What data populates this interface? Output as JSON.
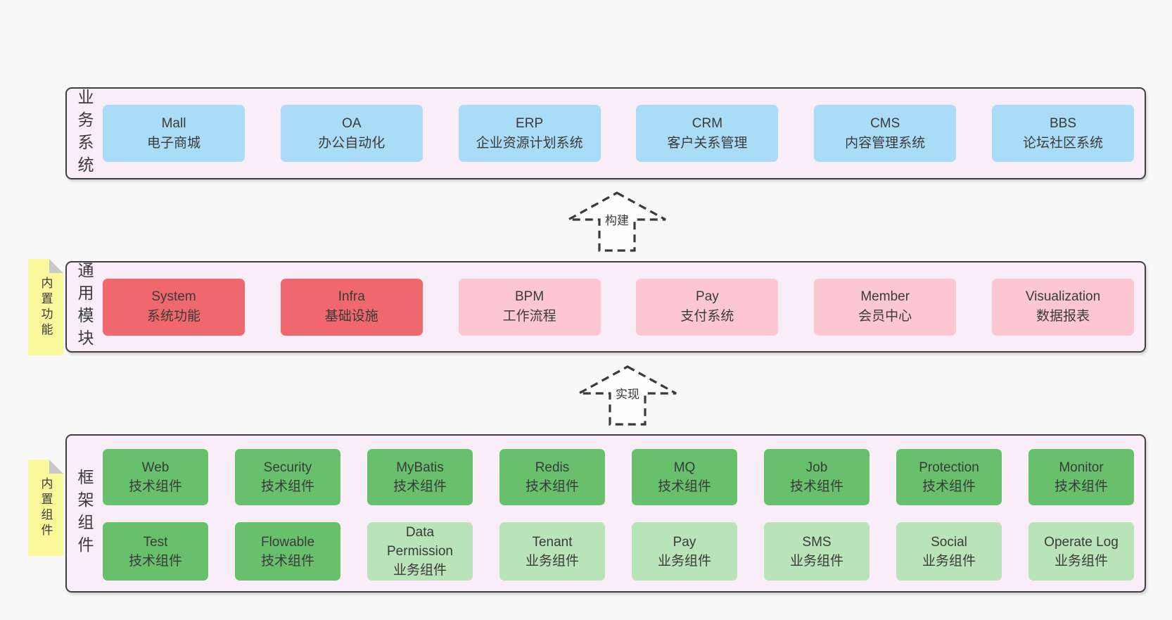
{
  "layers": {
    "business": {
      "label": "业务系统",
      "boxes": [
        {
          "en": "Mall",
          "zh": "电子商城"
        },
        {
          "en": "OA",
          "zh": "办公自动化"
        },
        {
          "en": "ERP",
          "zh": "企业资源计划系统"
        },
        {
          "en": "CRM",
          "zh": "客户关系管理"
        },
        {
          "en": "CMS",
          "zh": "内容管理系统"
        },
        {
          "en": "BBS",
          "zh": "论坛社区系统"
        }
      ]
    },
    "modules": {
      "label": "通用模块",
      "sticky": "内置功能",
      "boxes": [
        {
          "en": "System",
          "zh": "系统功能"
        },
        {
          "en": "Infra",
          "zh": "基础设施"
        },
        {
          "en": "BPM",
          "zh": "工作流程"
        },
        {
          "en": "Pay",
          "zh": "支付系统"
        },
        {
          "en": "Member",
          "zh": "会员中心"
        },
        {
          "en": "Visualization",
          "zh": "数据报表"
        }
      ]
    },
    "framework": {
      "label": "框架组件",
      "sticky": "内置组件",
      "row1": [
        {
          "en": "Web",
          "zh": "技术组件"
        },
        {
          "en": "Security",
          "zh": "技术组件"
        },
        {
          "en": "MyBatis",
          "zh": "技术组件"
        },
        {
          "en": "Redis",
          "zh": "技术组件"
        },
        {
          "en": "MQ",
          "zh": "技术组件"
        },
        {
          "en": "Job",
          "zh": "技术组件"
        },
        {
          "en": "Protection",
          "zh": "技术组件"
        },
        {
          "en": "Monitor",
          "zh": "技术组件"
        }
      ],
      "row2": [
        {
          "en": "Test",
          "zh": "技术组件"
        },
        {
          "en": "Flowable",
          "zh": "技术组件"
        },
        {
          "en": "Data Permission",
          "zh": "业务组件"
        },
        {
          "en": "Tenant",
          "zh": "业务组件"
        },
        {
          "en": "Pay",
          "zh": "业务组件"
        },
        {
          "en": "SMS",
          "zh": "业务组件"
        },
        {
          "en": "Social",
          "zh": "业务组件"
        },
        {
          "en": "Operate Log",
          "zh": "业务组件"
        }
      ]
    }
  },
  "arrows": {
    "build": "构建",
    "implement": "实现"
  },
  "colors": {
    "page_bg": "#f8f8f8",
    "layer_bg": "#f9eef8",
    "border": "#3f3f3f",
    "business_box": "#aadcf7",
    "core_module_box": "#ef686e",
    "optional_module_box": "#fcc7d2",
    "tech_component_box": "#68c06c",
    "biz_component_box": "#b9e3b9",
    "sticky_note": "#fbf89b",
    "text": "#3a3a3a"
  }
}
